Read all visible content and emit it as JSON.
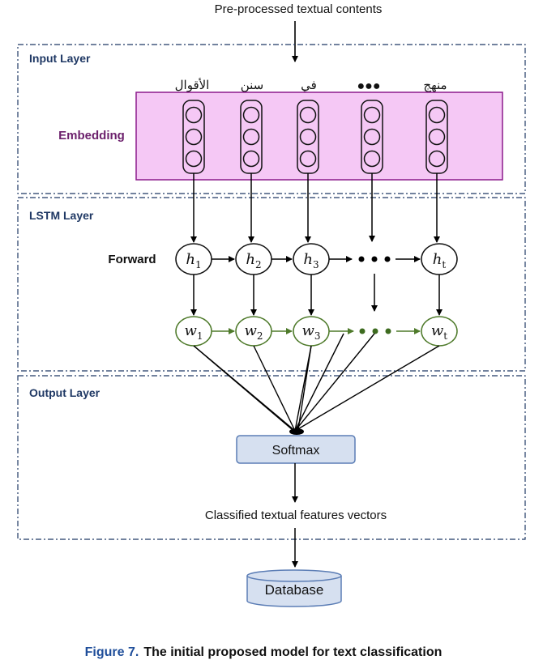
{
  "header_text": "Pre-processed textual contents",
  "layers": {
    "input": "Input Layer",
    "lstm": "LSTM Layer",
    "output": "Output Layer"
  },
  "embedding_label": "Embedding",
  "tokens": [
    "الأقوال",
    "سنن",
    "في",
    "●●●",
    "منهج"
  ],
  "forward_label": "Forward",
  "hidden_states": {
    "h1": {
      "base": "h",
      "sub": "1"
    },
    "h2": {
      "base": "h",
      "sub": "2"
    },
    "h3": {
      "base": "h",
      "sub": "3"
    },
    "ht": {
      "base": "h",
      "sub": "t"
    }
  },
  "word_states": {
    "w1": {
      "base": "w",
      "sub": "1"
    },
    "w2": {
      "base": "w",
      "sub": "2"
    },
    "w3": {
      "base": "w",
      "sub": "3"
    },
    "wt": {
      "base": "w",
      "sub": "t"
    }
  },
  "softmax_label": "Softmax",
  "classified_text": "Classified textual features vectors",
  "database_label": "Database",
  "caption": {
    "prefix": "Figure 7.",
    "text": "The initial proposed model for text classification"
  },
  "colors": {
    "embedding_fill": "#f5c8f5",
    "embedding_border": "#8b1a8b",
    "embedding_label": "#6b1f6b",
    "layer_label": "#1f3864",
    "word_node_border": "#4e7a2a",
    "softmax_fill": "#d6e0f0",
    "softmax_border": "#5b7db5",
    "caption_prefix": "#1f4e9a"
  }
}
